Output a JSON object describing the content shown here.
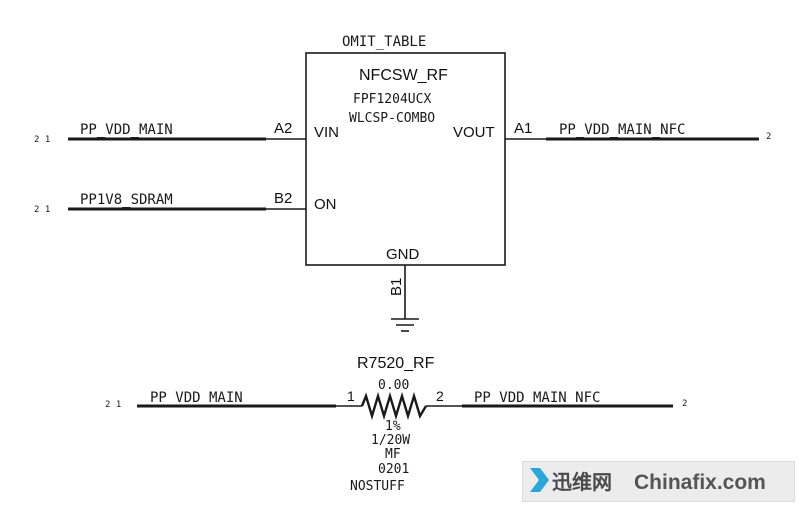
{
  "component_u": {
    "table_label": "OMIT_TABLE",
    "refdes": "NFCSW_RF",
    "part": "FPF1204UCX",
    "package": "WLCSP-COMBO",
    "pins": {
      "vin": {
        "name": "VIN",
        "number": "A2"
      },
      "on": {
        "name": "ON",
        "number": "B2"
      },
      "vout": {
        "name": "VOUT",
        "number": "A1"
      },
      "gnd": {
        "name": "GND",
        "number": "B1"
      }
    }
  },
  "nets": {
    "vin": {
      "name": "PP_VDD_MAIN",
      "off_page_left": "2 1"
    },
    "on": {
      "name": "PP1V8_SDRAM",
      "off_page_left": "2 1"
    },
    "vout": {
      "name": "PP_VDD_MAIN_NFC",
      "off_page_right": "2"
    },
    "r_left": {
      "name": "PP_VDD_MAIN",
      "off_page_left": "2 1"
    },
    "r_right": {
      "name": "PP_VDD_MAIN_NFC",
      "off_page_right": "2"
    }
  },
  "resistor": {
    "refdes": "R7520_RF",
    "value": "0.00",
    "pin_left": "1",
    "pin_right": "2",
    "tolerance": "1%",
    "power": "1/20W",
    "type": "MF",
    "size": "0201",
    "option": "NOSTUFF"
  },
  "watermark": {
    "brand_cn": "迅维网",
    "brand_en": "Chinafix.com",
    "accent": "#2aa6d8"
  },
  "colors": {
    "line": "#1a1a1a"
  }
}
